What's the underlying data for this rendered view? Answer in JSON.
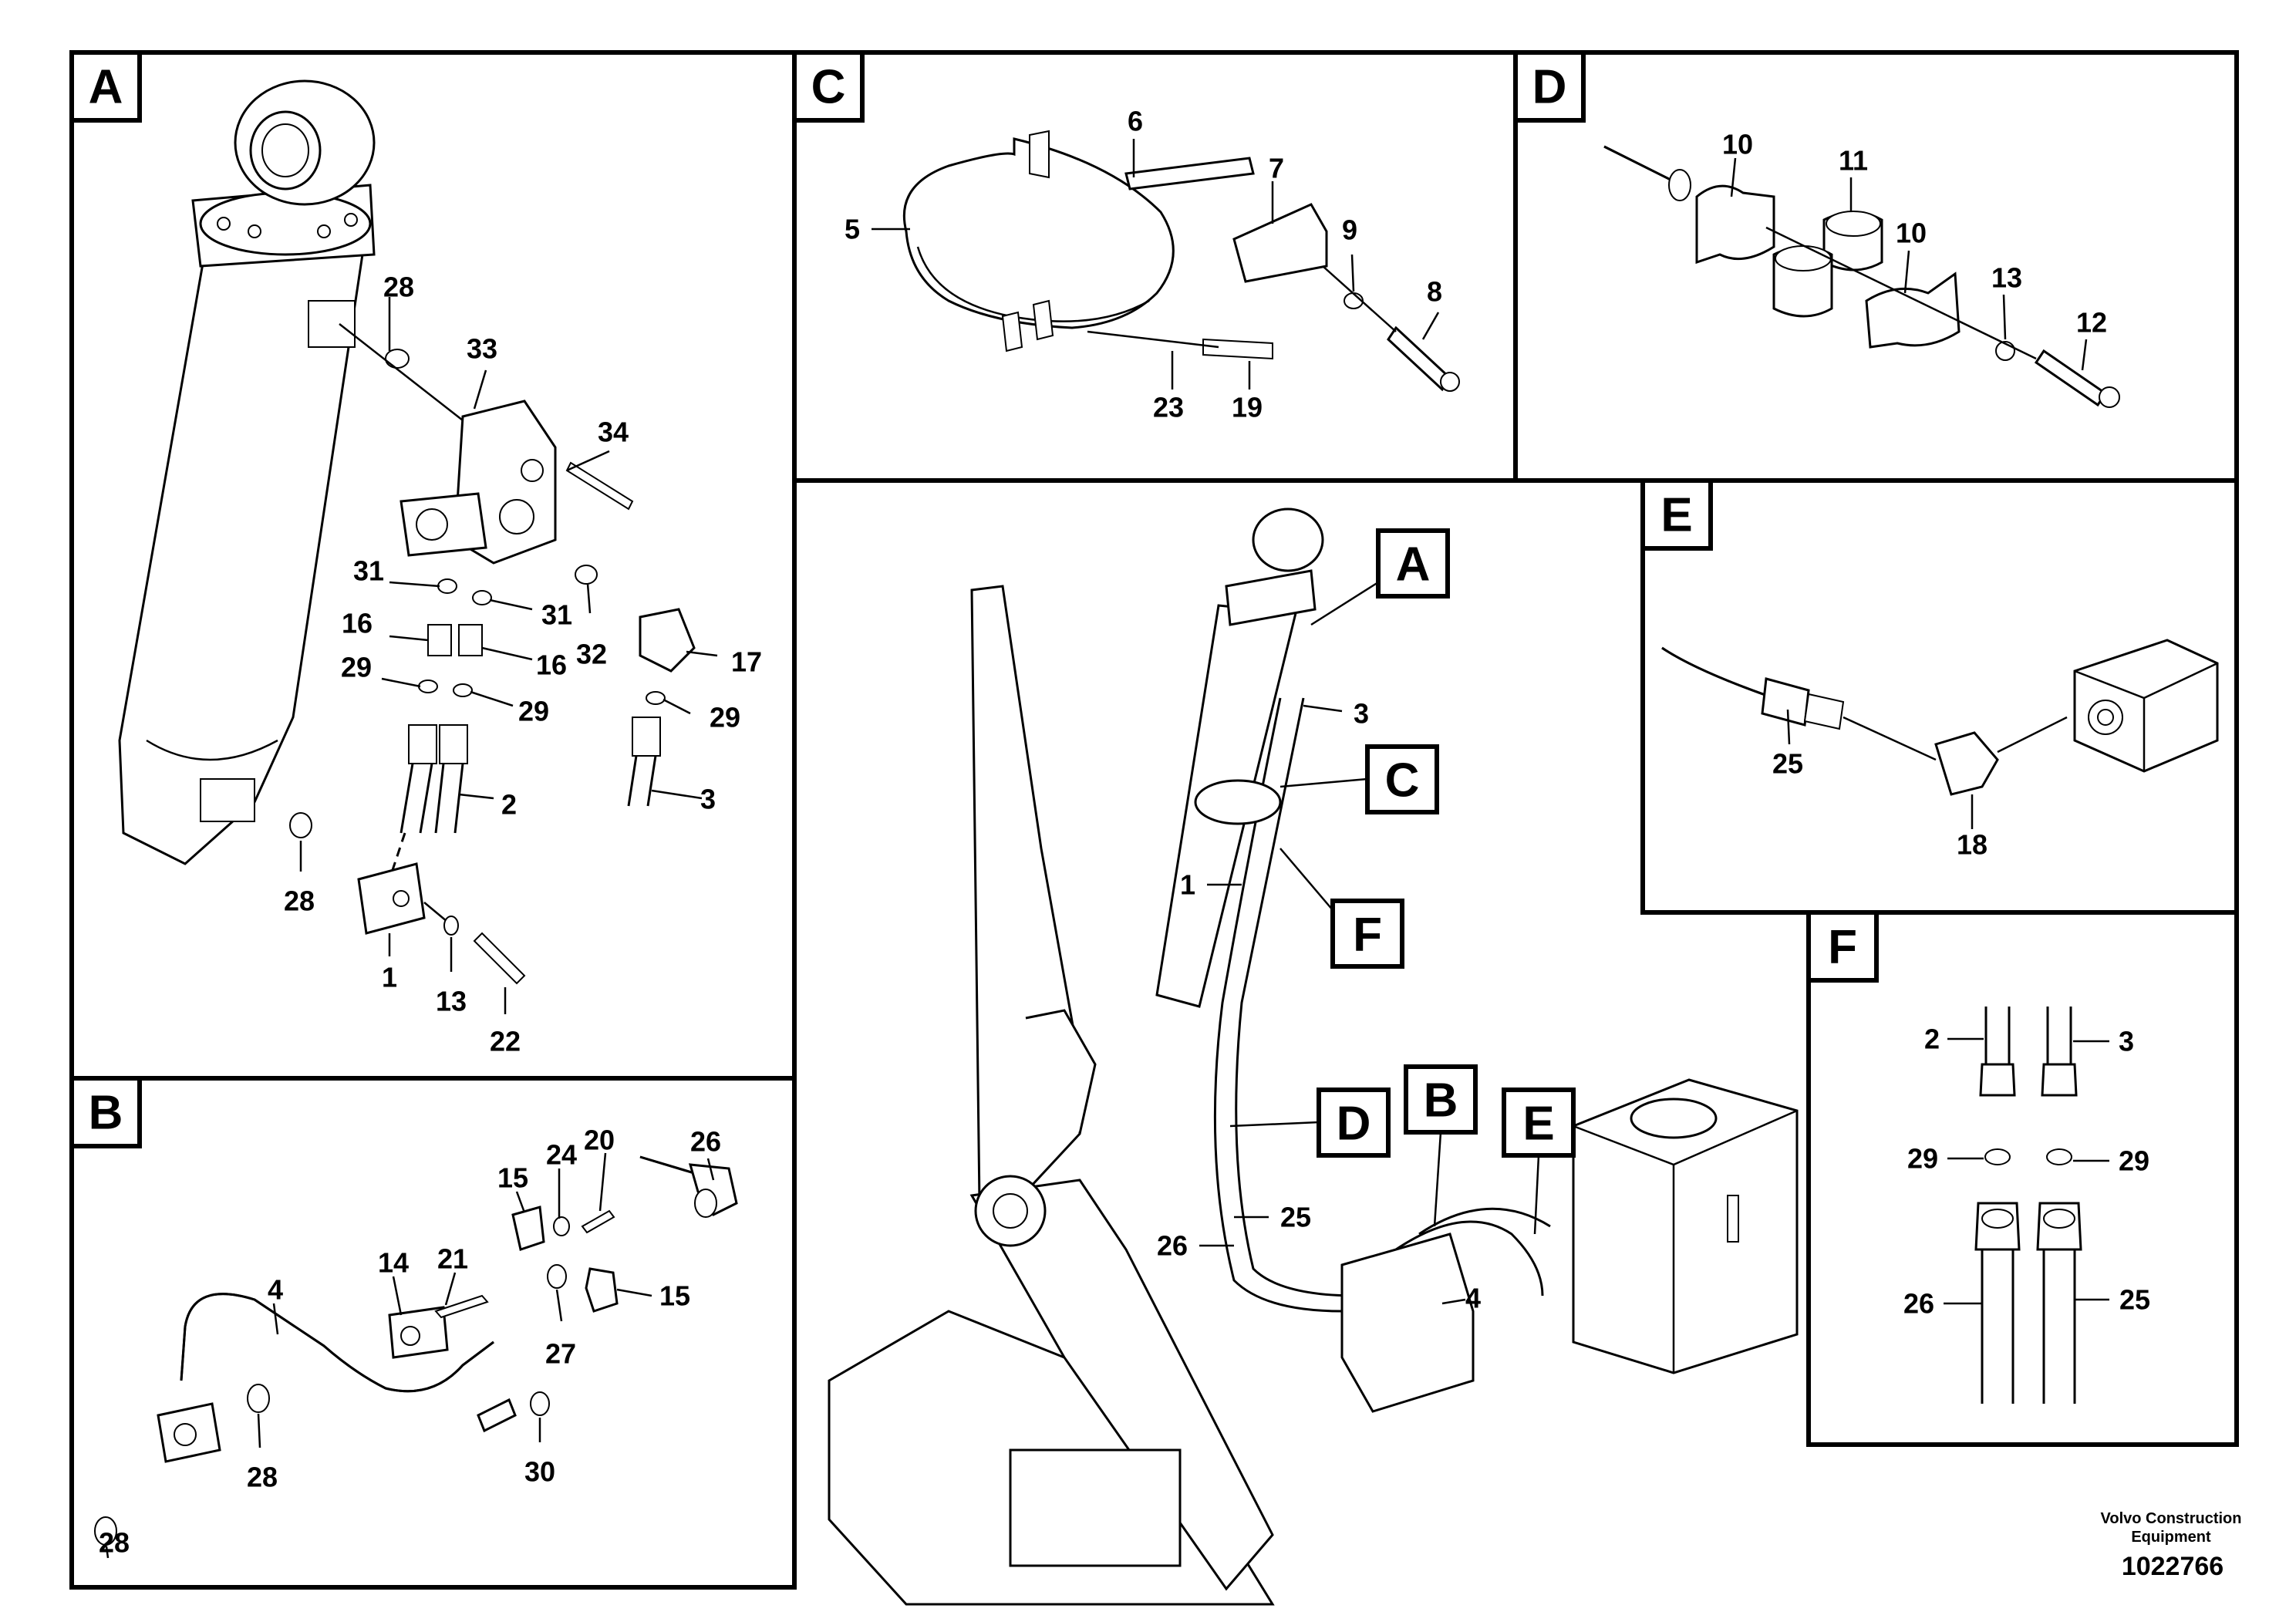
{
  "panels": {
    "A": {
      "tag": "A",
      "labels": [
        "28",
        "33",
        "34",
        "31",
        "31",
        "16",
        "16",
        "29",
        "29",
        "29",
        "32",
        "17",
        "2",
        "3",
        "28",
        "1",
        "13",
        "22"
      ]
    },
    "B": {
      "tag": "B",
      "labels": [
        "26",
        "20",
        "24",
        "15",
        "21",
        "14",
        "4",
        "15",
        "27",
        "28",
        "28",
        "30"
      ]
    },
    "C": {
      "tag": "C",
      "labels": [
        "6",
        "7",
        "5",
        "9",
        "8",
        "23",
        "19"
      ]
    },
    "D": {
      "tag": "D",
      "labels": [
        "10",
        "11",
        "10",
        "13",
        "12"
      ]
    },
    "E": {
      "tag": "E",
      "labels": [
        "25",
        "18"
      ]
    },
    "F": {
      "tag": "F",
      "labels": [
        "2",
        "3",
        "29",
        "29",
        "26",
        "25"
      ]
    },
    "main": {
      "callouts": [
        "A",
        "C",
        "F",
        "D",
        "B",
        "E"
      ],
      "labels": [
        "3",
        "1",
        "25",
        "26",
        "4"
      ]
    }
  },
  "footer": {
    "company_line1": "Volvo Construction",
    "company_line2": "Equipment",
    "drawing_number": "1022766"
  }
}
